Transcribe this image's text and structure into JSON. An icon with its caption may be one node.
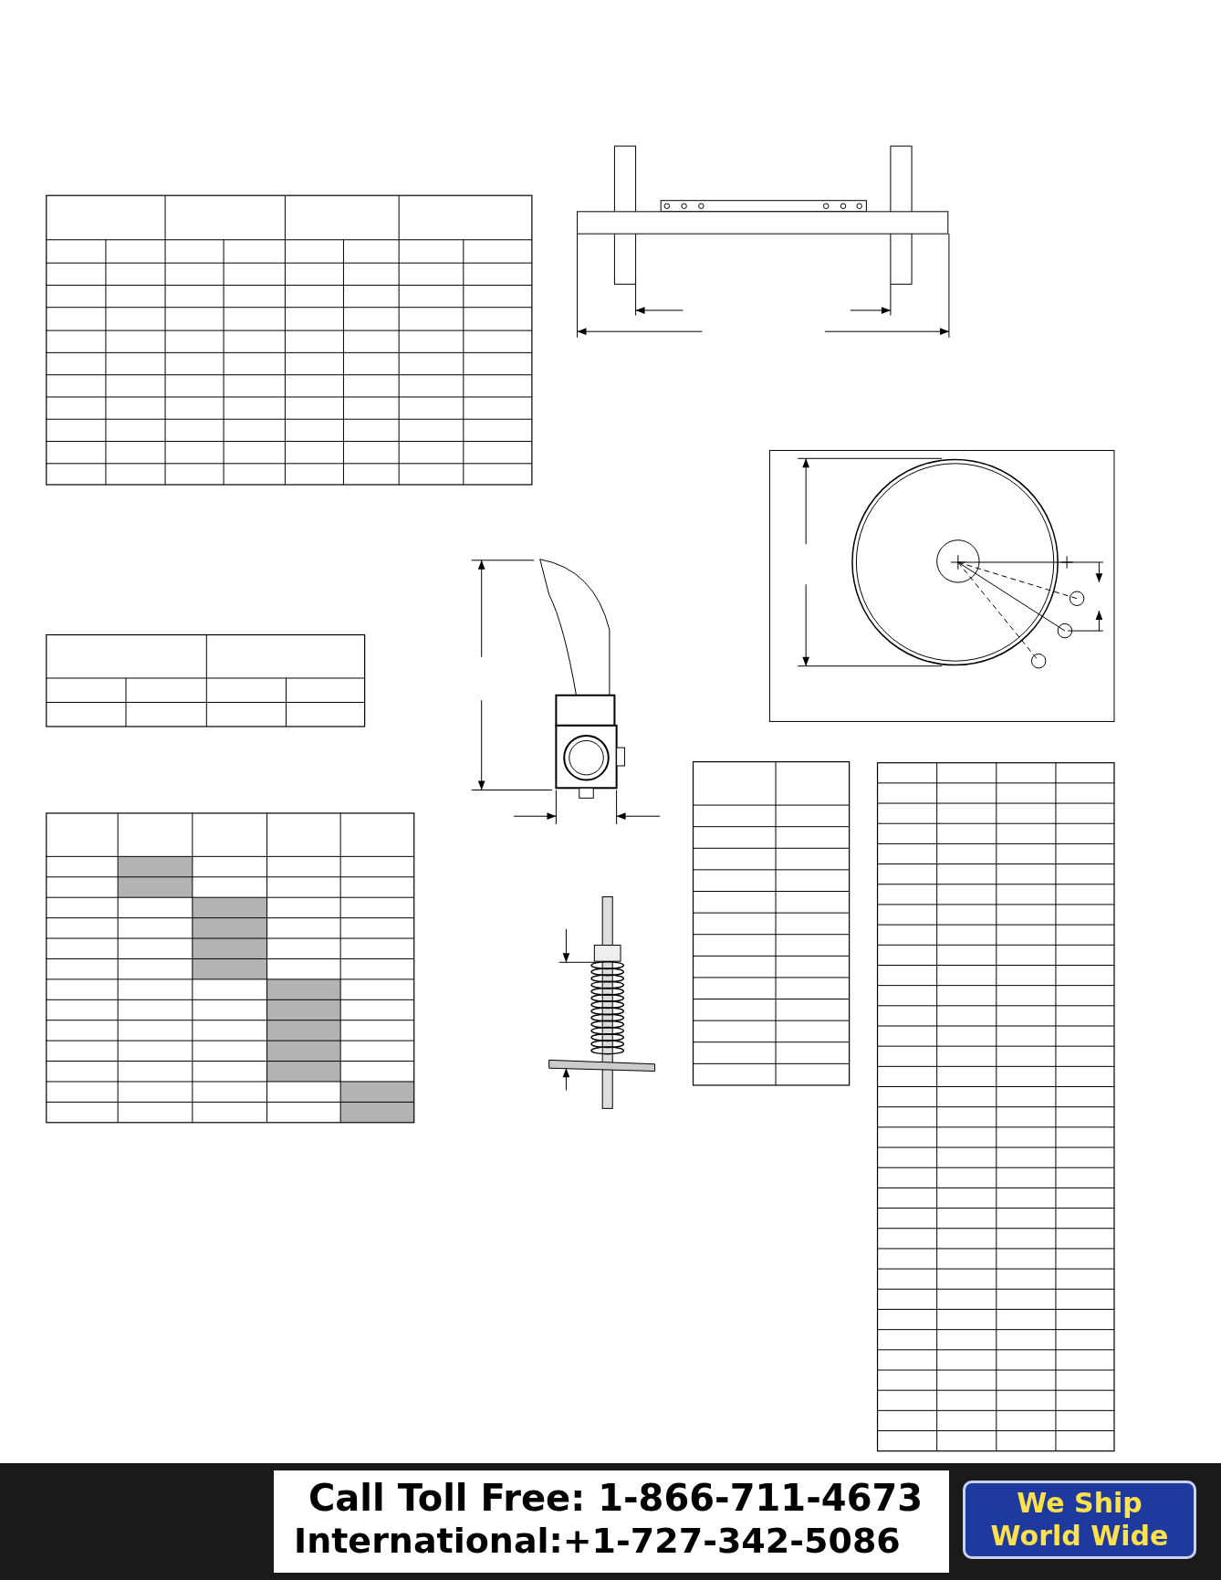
{
  "diagram": {
    "labels": [
      "Call Toll Free: 1-866-711-4673",
      "International:+1-727-342-5086",
      "We Ship World Wide"
    ]
  }
}
